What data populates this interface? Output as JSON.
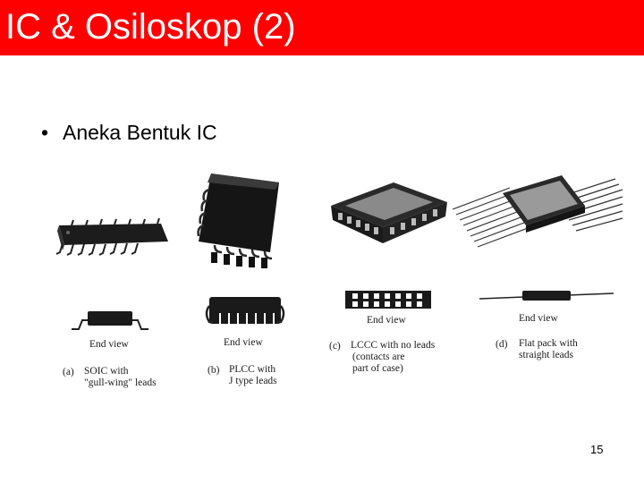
{
  "slide": {
    "title": "IC & Osiloskop (2)",
    "bullet_symbol": "•",
    "bullet_text": "Aneka Bentuk IC",
    "page_number": "15",
    "title_bar_color": "#ff0000"
  },
  "figure": {
    "end_view_a": "End view",
    "end_view_b": "End view",
    "end_view_c": "End view",
    "end_view_d": "End view",
    "caption_a_letter": "(a)",
    "caption_a_line1": "SOIC with",
    "caption_a_line2": "\"gull-wing\" leads",
    "caption_b_letter": "(b)",
    "caption_b_line1": "PLCC with",
    "caption_b_line2": "J type leads",
    "caption_c_letter": "(c)",
    "caption_c_line1": "LCCC with no leads",
    "caption_c_line2": "(contacts are",
    "caption_c_line3": "part of case)",
    "caption_d_letter": "(d)",
    "caption_d_line1": "Flat pack with",
    "caption_d_line2": "straight leads"
  }
}
